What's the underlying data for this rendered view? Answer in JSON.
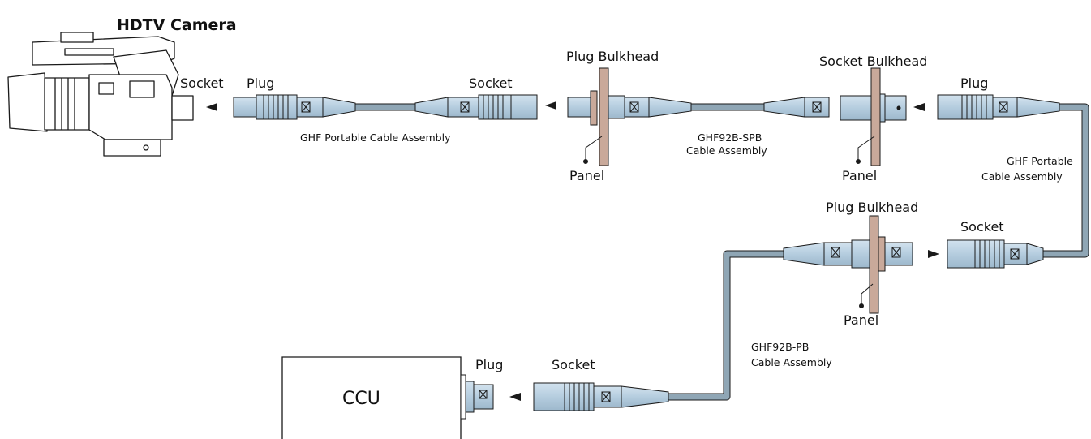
{
  "labels": {
    "hdtv_camera": "HDTV Camera",
    "camera_socket": "Socket",
    "plug_1": "Plug",
    "socket_1": "Socket",
    "portable_cable_1": "GHF Portable Cable Assembly",
    "plug_bulkhead_1": "Plug Bulkhead",
    "panel_1": "Panel",
    "spb_cable_line1": "GHF92B-SPB",
    "spb_cable_line2": "Cable Assembly",
    "socket_bulkhead": "Socket Bulkhead",
    "panel_2": "Panel",
    "plug_2": "Plug",
    "portable_cable_2_line1": "GHF Portable",
    "portable_cable_2_line2": "Cable Assembly",
    "plug_bulkhead_2": "Plug Bulkhead",
    "socket_2": "Socket",
    "panel_3": "Panel",
    "pb_cable_line1": "GHF92B-PB",
    "pb_cable_line2": "Cable Assembly",
    "ccu": "CCU",
    "ccu_plug": "Plug",
    "socket_3": "Socket"
  },
  "colors": {
    "connector": "#b7cfe0",
    "cable": "#8fa6b5",
    "panel": "#c9a99a",
    "outline": "#1a1a1a"
  },
  "icons": [
    "hdtv-camera-icon",
    "ccu-unit",
    "arrow-icon"
  ]
}
